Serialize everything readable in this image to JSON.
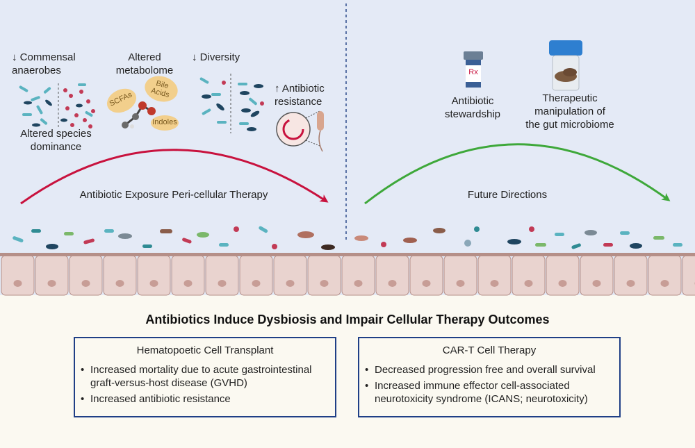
{
  "top_left": {
    "commensal": "↓ Commensal\nanaerobes",
    "species": "Altered species\ndominance",
    "metabolome": "Altered\nmetabolome",
    "scfas": "SCFAs",
    "bile_acids": "Bile\nAcids",
    "indoles": "Indoles",
    "diversity": "↓ Diversity",
    "resistance": "↑ Antibiotic\nresistance",
    "arrow_label": "Antibiotic Exposure Peri-cellular Therapy"
  },
  "top_right": {
    "rx": "Rx",
    "stewardship": "Antibiotic\nstewardship",
    "manipulation": "Therapeutic\nmanipulation of\nthe gut microbiome",
    "arrow_label": "Future Directions"
  },
  "main_title": "Antibiotics Induce Dysbiosis and Impair Cellular Therapy Outcomes",
  "hct": {
    "title": "Hematopoetic Cell Transplant",
    "items": [
      "Increased mortality due to acute gastrointestinal graft-versus-host disease (GVHD)",
      "Increased antibiotic resistance"
    ]
  },
  "cart": {
    "title": "CAR-T Cell Therapy",
    "items": [
      "Decreased progression free and overall survival",
      "Increased immune effector cell-associated neurotoxicity syndrome (ICANS; neurotoxicity)"
    ]
  },
  "colors": {
    "top_bg": "#e4eaf6",
    "bottom_bg": "#fbf9f1",
    "red_arrow": "#c8123e",
    "green_arrow": "#3ea83a",
    "box_border": "#1f3f86",
    "cell_fill": "#e9d3cf",
    "cell_border": "#b58f88",
    "nucleus": "#c79d96"
  }
}
